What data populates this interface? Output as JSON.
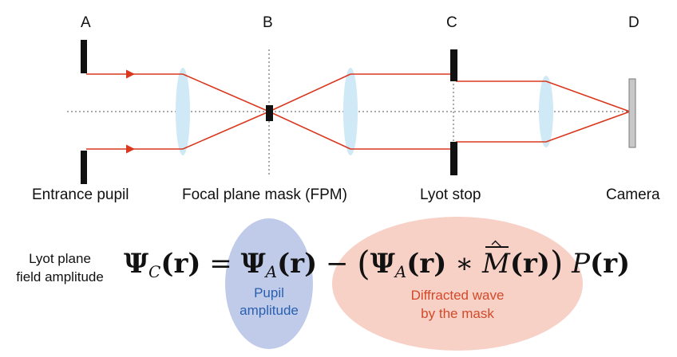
{
  "planes": [
    {
      "letter": "A",
      "caption": "Entrance pupil"
    },
    {
      "letter": "B",
      "caption": "Focal plane mask (FPM)"
    },
    {
      "letter": "C",
      "caption": "Lyot stop"
    },
    {
      "letter": "D",
      "caption": "Camera"
    }
  ],
  "equation": {
    "side_label_line1": "Lyot plane",
    "side_label_line2": "field amplitude",
    "psi": "Ψ",
    "sub_c": "C",
    "sub_a": "A",
    "r_arg": "(r)",
    "equals": "=",
    "minus": "−",
    "lparen": "(",
    "rparen": ")",
    "star": "∗",
    "m": "M",
    "p": "P"
  },
  "annotations": {
    "pupil_line1": "Pupil",
    "pupil_line2": "amplitude",
    "diffracted_line1": "Diffracted wave",
    "diffracted_line2": "by the mask"
  },
  "colors": {
    "ray": "#d9381e",
    "lens": "#cfe9f6",
    "blue_ellipse": "#bfcbe9",
    "red_ellipse": "#f7d0c6",
    "blue_text": "#2a5fb0",
    "red_text": "#d24a2a",
    "camera": "#c8c8c8"
  }
}
